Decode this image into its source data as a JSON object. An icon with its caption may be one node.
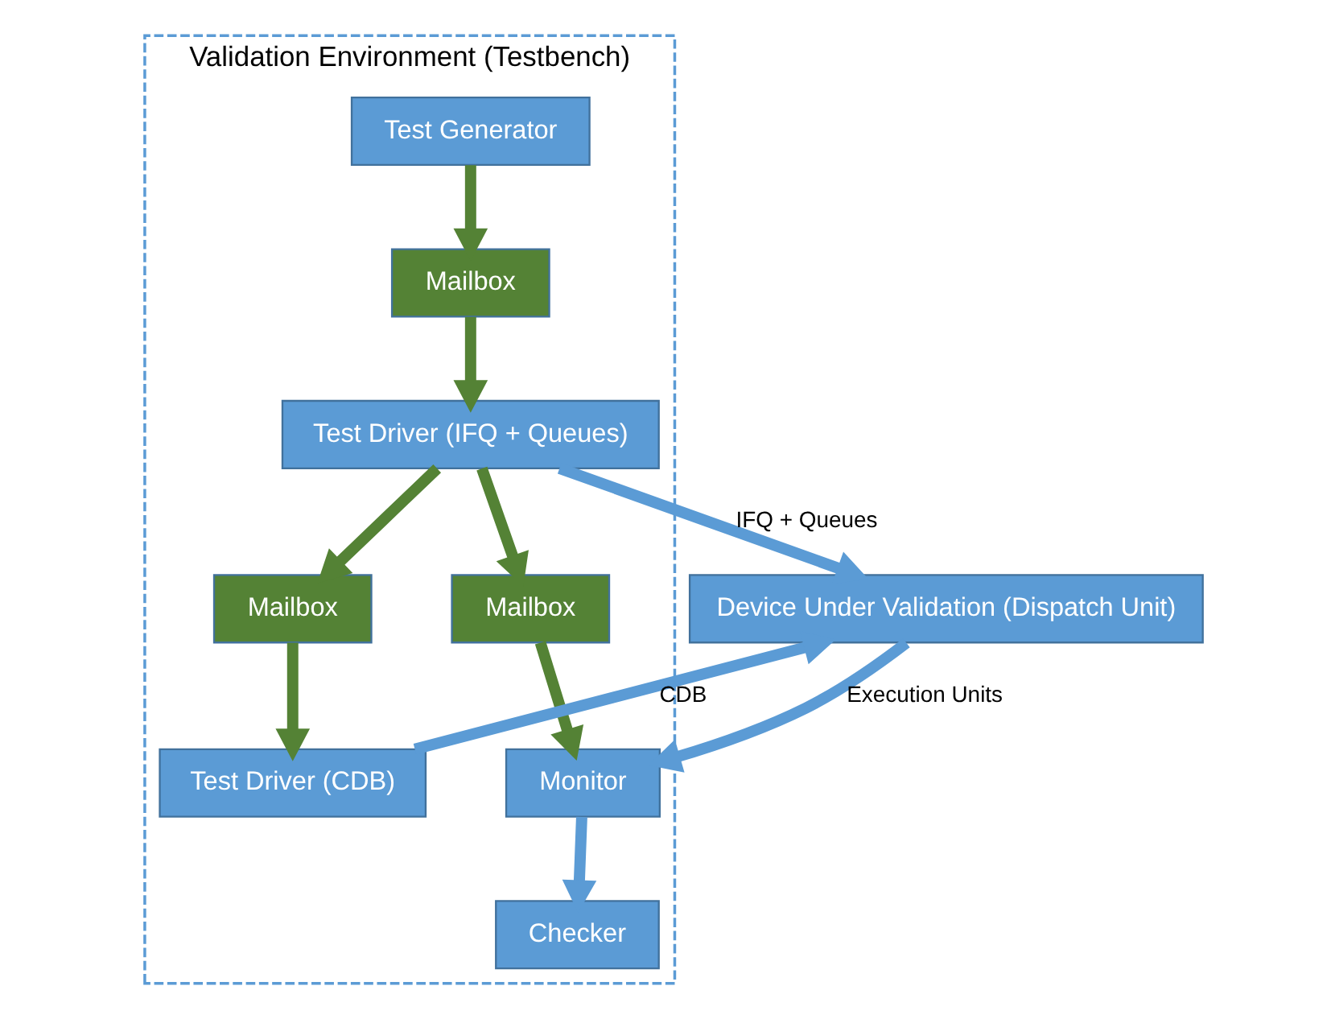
{
  "diagram": {
    "nodes": [
      {
        "text": [
          "Validation Environment (Testbench)"
        ]
      },
      {
        "text": [
          "Test Generator"
        ],
        "in": 0
      },
      {
        "text": [
          "Mailbox"
        ],
        "in": 0
      },
      {
        "text": [
          "Test Driver (IFQ + Queues)"
        ],
        "in": 0
      },
      {
        "text": [
          "Mailbox"
        ],
        "in": 0
      },
      {
        "text": [
          "Mailbox"
        ],
        "in": 0
      },
      {
        "text": [
          "Test Driver (CDB)"
        ],
        "in": 0
      },
      {
        "text": [
          "Checker"
        ],
        "in": 0
      },
      {
        "text": [
          "Monitor"
        ],
        "in": 0
      },
      {
        "text": [
          "Device Under Validation (Dispatch Unit)"
        ]
      }
    ],
    "edges": [
      {
        "from": 1,
        "to": 2,
        "arrow": "to"
      },
      {
        "from": 2,
        "to": 3,
        "arrow": "to"
      },
      {
        "from": 3,
        "to": 4,
        "arrow": "to"
      },
      {
        "from": 4,
        "to": 8,
        "arrow": "to"
      },
      {
        "from": 3,
        "to": 5,
        "arrow": "to"
      },
      {
        "from": 5,
        "to": 6,
        "arrow": "to"
      },
      {
        "from": 3,
        "to": 9,
        "arrow": "to",
        "label": "IFQ + Queues",
        "color": "#5b9bd5"
      },
      {
        "from": 6,
        "to": 9,
        "arrow": "to",
        "label": "CDB",
        "color": "#5b9bd5"
      },
      {
        "from": 9,
        "to": 8,
        "arrow": "to",
        "label": "Execution Units",
        "color": "#5b9bd5"
      },
      {
        "from": 8,
        "to": 7,
        "arrow": "to",
        "color": "#5b9bd5"
      }
    ]
  }
}
